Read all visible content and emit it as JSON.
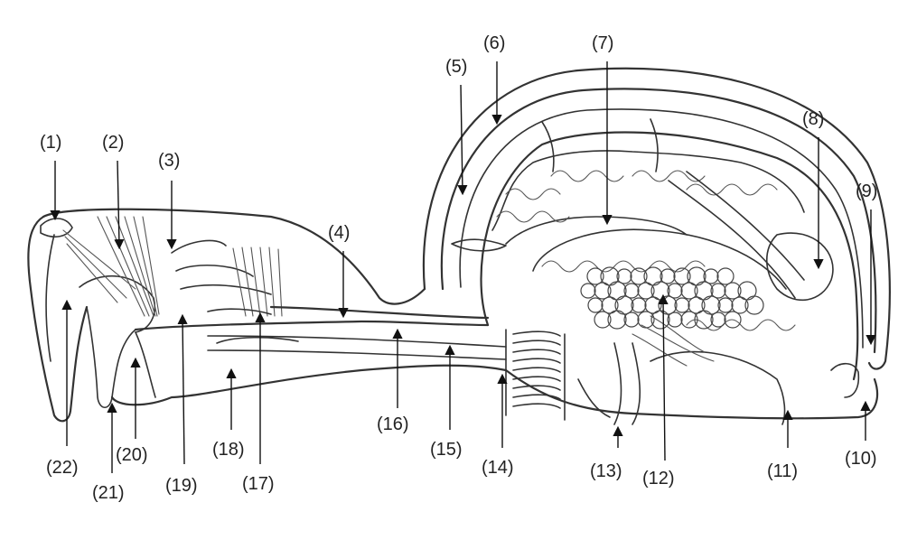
{
  "labels": [
    "(1)",
    "(2)",
    "(3)",
    "(4)",
    "(5)",
    "(6)",
    "(7)",
    "(8)",
    "(9)",
    "(10)",
    "(11)",
    "(12)",
    "(13)",
    "(14)",
    "(15)",
    "(16)",
    "(17)",
    "(18)",
    "(19)",
    "(20)",
    "(21)",
    "(22)"
  ],
  "colors": {
    "line": "#333333",
    "text": "#222222",
    "background": "#ffffff"
  }
}
